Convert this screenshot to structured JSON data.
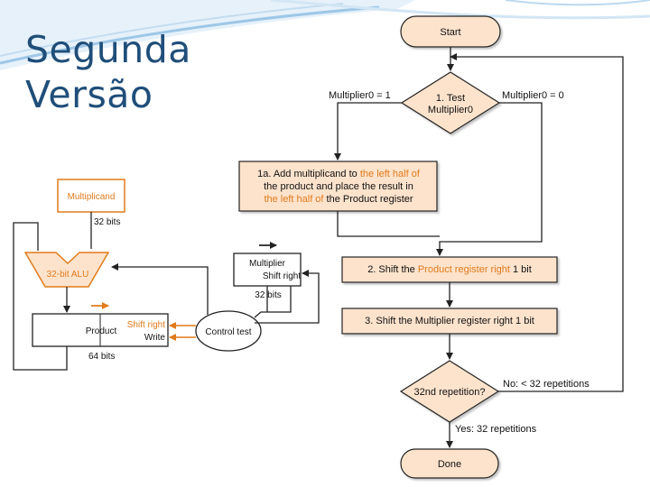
{
  "slide": {
    "title_line1": "Segunda",
    "title_line2": "Versão"
  },
  "hardware": {
    "multiplicand": "Multiplicand",
    "multiplicand_bits": "32 bits",
    "alu": "32-bit ALU",
    "multiplier": "Multiplier",
    "multiplier_shift": "Shift right",
    "multiplier_bits": "32 bits",
    "product": "Product",
    "product_shift": "Shift right",
    "product_write": "Write",
    "product_bits": "64 bits",
    "control": "Control test"
  },
  "flowchart": {
    "start": "Start",
    "test_line1": "1. Test",
    "test_line2": "Multiplier0",
    "branch_eq1": "Multiplier0 = 1",
    "branch_eq0": "Multiplier0 = 0",
    "step1a": {
      "line1_a": "1a. Add multiplicand to ",
      "line1_b": "the left half of",
      "line2": "the product and place the result in",
      "line3_a": "the left half of",
      "line3_b": " the Product register"
    },
    "step2": {
      "a": "2. Shift the ",
      "b": "Product register right",
      "c": " 1 bit"
    },
    "step3": "3. Shift the Multiplier register right 1 bit",
    "decision": "32nd repetition?",
    "no_branch": "No: < 32 repetitions",
    "yes_branch": "Yes: 32 repetitions",
    "done": "Done"
  },
  "colors": {
    "accent_orange": "#e07b1c",
    "box_fill": "#fde3cc",
    "title_blue": "#1f4e79"
  }
}
